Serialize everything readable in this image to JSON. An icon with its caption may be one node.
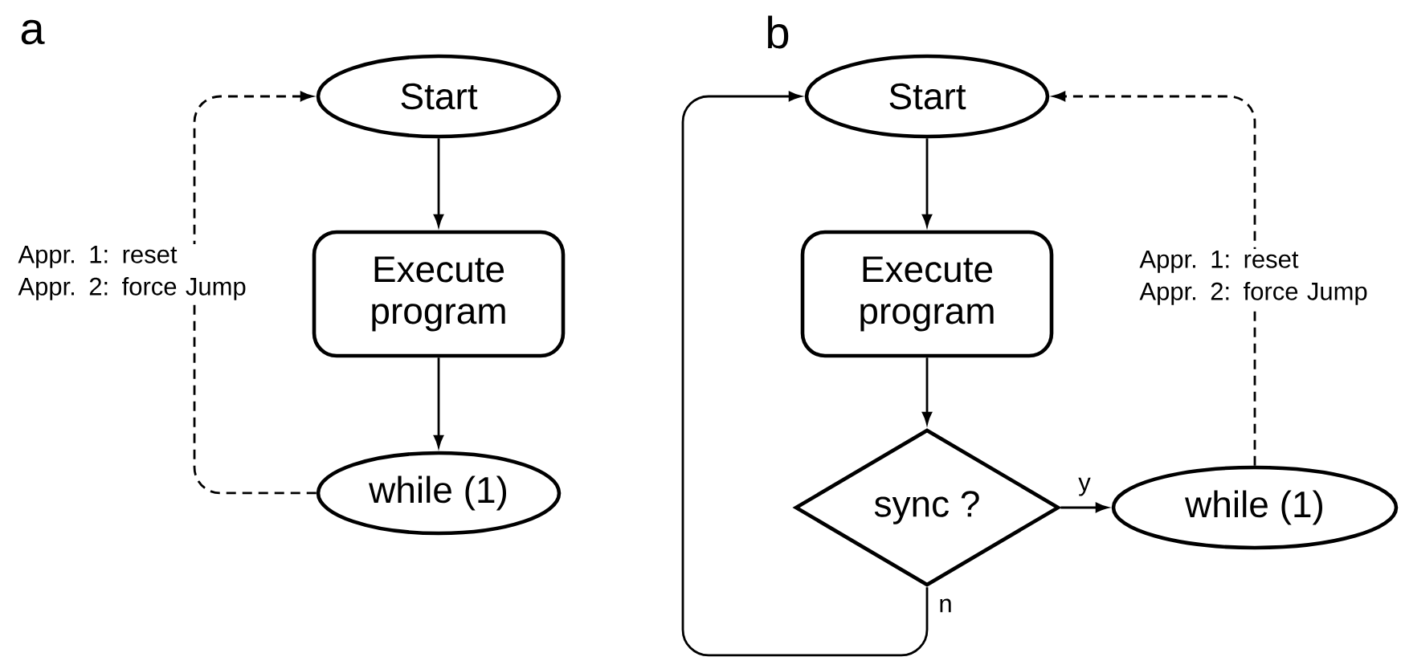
{
  "diagram": {
    "nodes": [
      {
        "text": [
          "Start"
        ]
      },
      {
        "text": [
          "Execute program"
        ]
      },
      {
        "text": [
          "while (1)"
        ]
      },
      {
        "text": [
          "Start"
        ]
      },
      {
        "text": [
          "Execute program"
        ]
      },
      {
        "text": [
          "sync ?"
        ]
      },
      {
        "text": [
          "while (1)"
        ]
      }
    ],
    "edges": [
      {
        "from": 0,
        "to": 1,
        "arrow": "to"
      },
      {
        "from": 1,
        "to": 2,
        "arrow": "to"
      },
      {
        "from": 2,
        "to": 0,
        "arrow": "to",
        "style": "dashed",
        "label": "Appr. 1: reset Appr. 2: force Jump"
      },
      {
        "from": 3,
        "to": 4,
        "arrow": "to"
      },
      {
        "from": 4,
        "to": 5,
        "arrow": "to"
      },
      {
        "from": 5,
        "to": 6,
        "arrow": "to",
        "label": "y"
      },
      {
        "from": 5,
        "to": 3,
        "arrow": "to",
        "label": "n"
      },
      {
        "from": 6,
        "to": 3,
        "arrow": "to",
        "style": "dashed",
        "label": "Appr. 1: reset Appr. 2: force Jump"
      }
    ],
    "labels": [
      "a",
      "b"
    ]
  }
}
